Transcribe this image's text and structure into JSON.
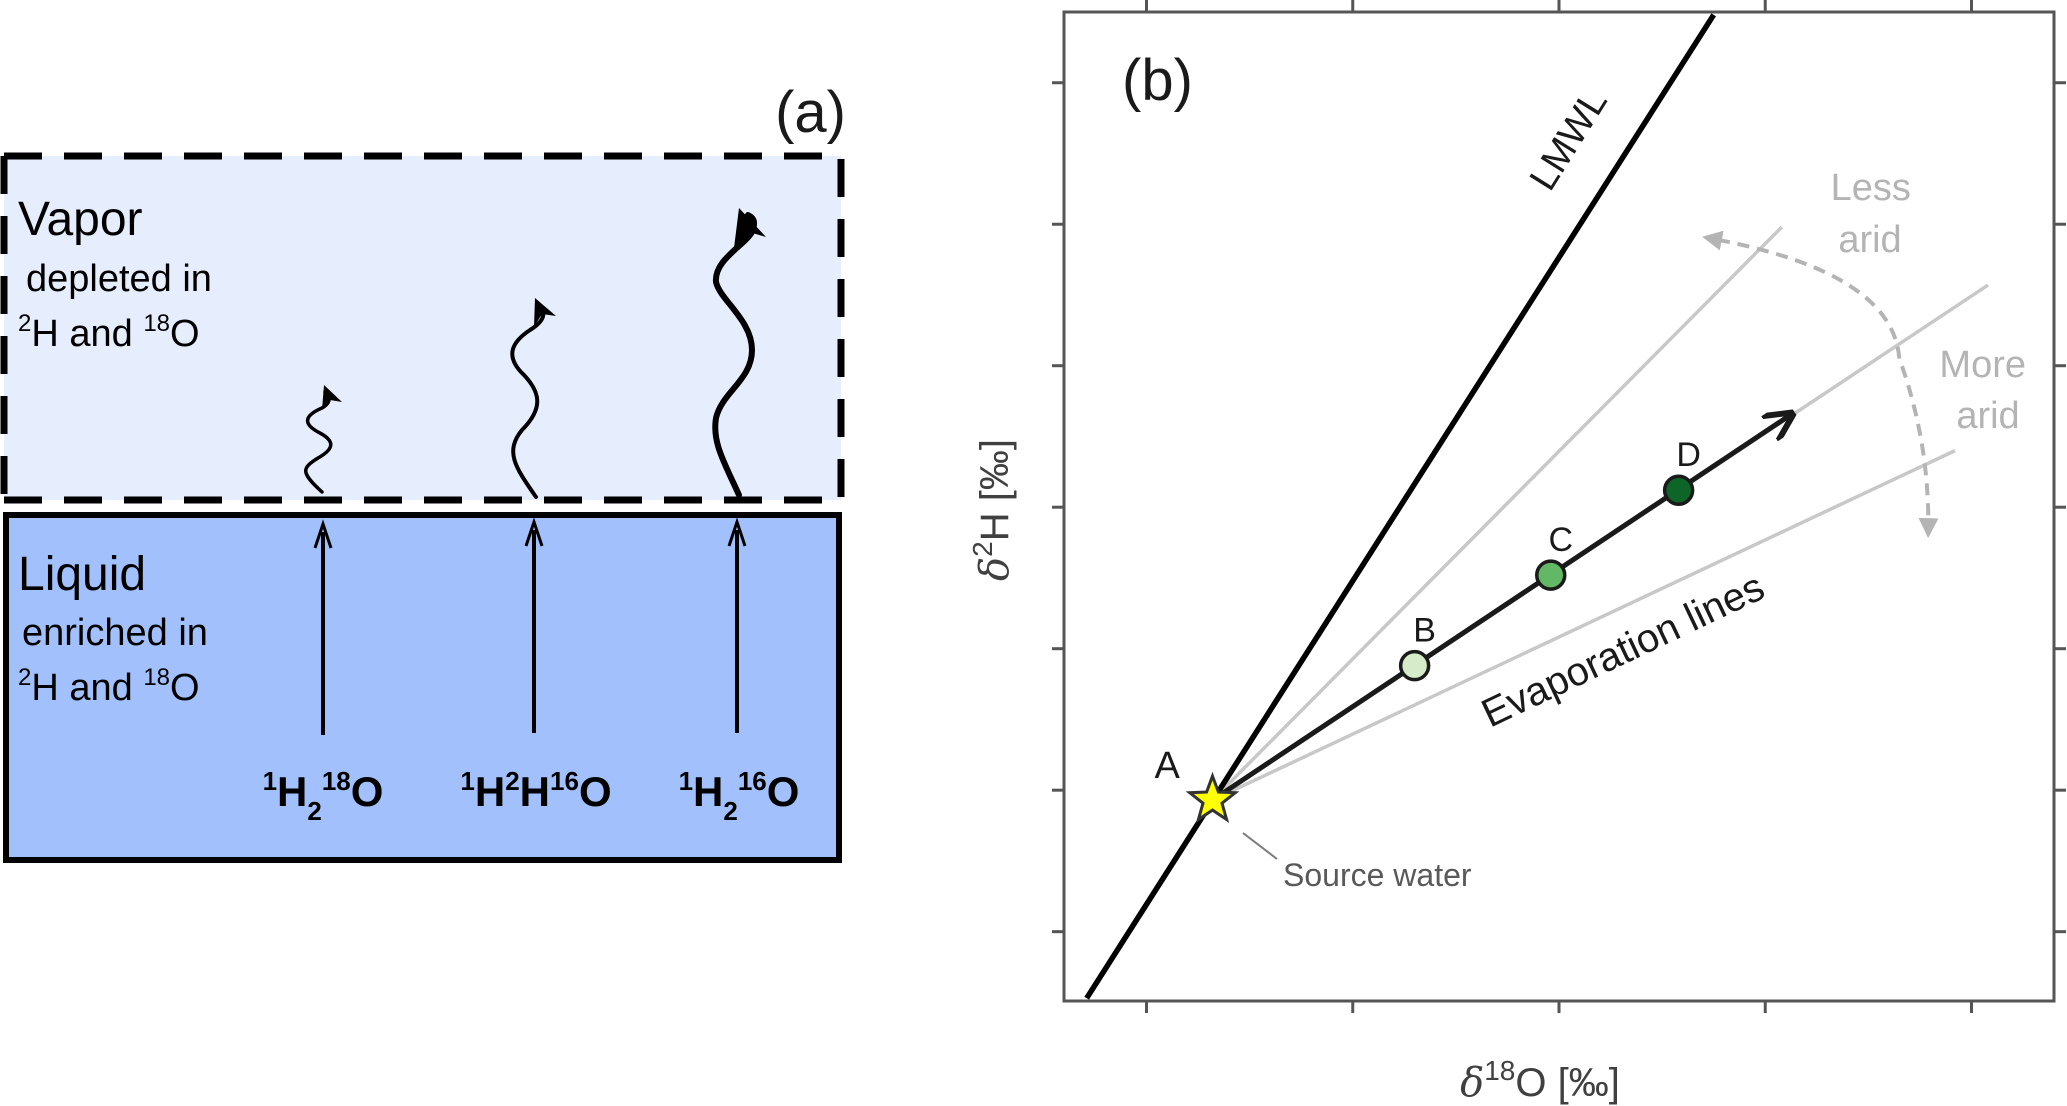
{
  "panel_a": {
    "label": "(a)",
    "vapor": {
      "title": "Vapor",
      "line1": "depleted in",
      "iso_h_sup": "2",
      "iso_h": "H and ",
      "iso_o_sup": "18",
      "iso_o": "O",
      "fill": "#e6edfc"
    },
    "liquid": {
      "title": "Liquid",
      "line1": "enriched in",
      "iso_h_sup": "2",
      "iso_h": "H and ",
      "iso_o_sup": "18",
      "iso_o": "O",
      "fill": "#a2c1fc"
    },
    "species": [
      {
        "parts": [
          {
            "t": "1",
            "k": "sup"
          },
          {
            "t": "H",
            "k": "n"
          },
          {
            "t": "2",
            "k": "sub"
          },
          {
            "t": "18",
            "k": "sup"
          },
          {
            "t": "O",
            "k": "n"
          }
        ],
        "flux": "low"
      },
      {
        "parts": [
          {
            "t": "1",
            "k": "sup"
          },
          {
            "t": "H",
            "k": "n"
          },
          {
            "t": "2",
            "k": "sup"
          },
          {
            "t": "H",
            "k": "n"
          },
          {
            "t": "16",
            "k": "sup"
          },
          {
            "t": "O",
            "k": "n"
          }
        ],
        "flux": "medium"
      },
      {
        "parts": [
          {
            "t": "1",
            "k": "sup"
          },
          {
            "t": "H",
            "k": "n"
          },
          {
            "t": "2",
            "k": "sub"
          },
          {
            "t": "16",
            "k": "sup"
          },
          {
            "t": "O",
            "k": "n"
          }
        ],
        "flux": "high"
      }
    ]
  },
  "chart_data": {
    "type": "scatter",
    "panel_label": "(b)",
    "title": "",
    "xlabel": "δ18O [‰]",
    "xlabel_parts": {
      "delta": "δ",
      "sup": "18",
      "rest": "O [‰]"
    },
    "ylabel": "δ2H [‰]",
    "ylabel_parts": {
      "delta": "δ",
      "sup": "2",
      "rest": "H [‰]"
    },
    "xticks": [
      0,
      1,
      2,
      3,
      4
    ],
    "yticks": [
      0,
      1,
      2,
      3,
      4,
      5,
      6
    ],
    "tick_labels_shown": false,
    "xlim": [
      -0.4,
      4.4
    ],
    "ylim": [
      -0.49,
      6.5
    ],
    "grid": false,
    "lines": [
      {
        "name": "LMWL",
        "label": "LMWL",
        "color": "#000000",
        "style": "solid",
        "points": [
          [
            -0.29,
            -0.47
          ],
          [
            2.75,
            6.48
          ]
        ]
      },
      {
        "name": "evaporation-line-less-arid",
        "color": "#c8c8c8",
        "style": "solid",
        "points": [
          [
            0.32,
            0.93
          ],
          [
            3.08,
            4.98
          ]
        ]
      },
      {
        "name": "evaporation-line-middle",
        "color": "#c8c8c8",
        "style": "solid",
        "points": [
          [
            0.32,
            0.93
          ],
          [
            4.08,
            4.57
          ]
        ]
      },
      {
        "name": "evaporation-line-more-arid",
        "color": "#c8c8c8",
        "style": "solid",
        "points": [
          [
            0.32,
            0.93
          ],
          [
            3.92,
            3.4
          ]
        ]
      },
      {
        "name": "evaporation-trajectory",
        "color": "#1a1a1a",
        "style": "arrow",
        "points": [
          [
            0.32,
            0.93
          ],
          [
            3.13,
            3.66
          ]
        ]
      }
    ],
    "points": [
      {
        "label": "A",
        "name": "Source water",
        "x": 0.32,
        "y": 0.93,
        "marker": "star",
        "color": "#ffff00"
      },
      {
        "label": "B",
        "x": 1.3,
        "y": 1.88,
        "marker": "circle",
        "color": "#d6ebc9"
      },
      {
        "label": "C",
        "x": 1.96,
        "y": 2.52,
        "marker": "circle",
        "color": "#63b866"
      },
      {
        "label": "D",
        "x": 2.58,
        "y": 3.12,
        "marker": "circle",
        "color": "#0d6628"
      }
    ],
    "aridity_arrow": {
      "color": "#b4b4b4",
      "style": "dashed-double-arrow",
      "points": [
        [
          2.77,
          4.89
        ],
        [
          2.99,
          4.78
        ],
        [
          3.33,
          4.45
        ],
        [
          3.69,
          4.11
        ],
        [
          3.61,
          4.12
        ],
        [
          3.75,
          3.62
        ],
        [
          3.76,
          3.04
        ],
        [
          3.79,
          2.81
        ]
      ]
    },
    "annotations": [
      {
        "text": "Less\narid",
        "color": "#b4b4b4"
      },
      {
        "text": "More\narid",
        "color": "#b4b4b4"
      },
      {
        "text": "Evaporation lines",
        "color": "#1a1a1a"
      },
      {
        "text": "Source water",
        "color": "#595959"
      },
      {
        "text": "LMWL",
        "color": "#1a1a1a"
      }
    ]
  }
}
